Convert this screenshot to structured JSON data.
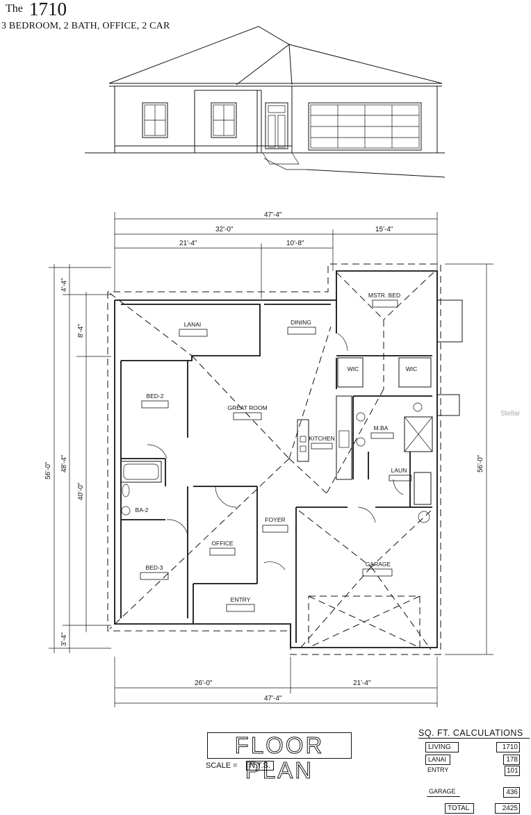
{
  "header": {
    "the": "The",
    "number": "1710",
    "subtitle": "3 BEDROOM, 2 BATH, OFFICE, 2 CAR"
  },
  "dimensions": {
    "top_overall": "47'-4\"",
    "top_left": "32'-0\"",
    "top_right": "15'-4\"",
    "top_sub_left": "21'-4\"",
    "top_sub_mid": "10'-8\"",
    "left_overall": "56'-0\"",
    "left_mid": "48'-4\"",
    "left_inner": "40'-0\"",
    "left_top": "4'-4\"",
    "left_lanai": "8'-4\"",
    "left_bottom": "3'-4\"",
    "right_overall": "56'-0\"",
    "bottom_left": "26'-0\"",
    "bottom_right": "21'-4\"",
    "bottom_overall": "47'-4\""
  },
  "rooms": {
    "lanai": "LANAI",
    "dining": "DINING",
    "mstr_bed": "MSTR. BED",
    "wic_left": "WIC",
    "wic_right": "WIC",
    "bed2": "BED-2",
    "great_room": "GREAT ROOM",
    "kitchen": "KITCHEN",
    "mba": "M.BA",
    "laun": "LAUN",
    "ba2": "BA-2",
    "foyer": "FOYER",
    "office": "OFFICE",
    "garage": "GARAGE",
    "bed3": "BED-3",
    "entry": "ENTRY"
  },
  "footer": {
    "plan_title": "FLOOR PLAN",
    "scale_label": "SCALE =",
    "scale_value": "N.T.S."
  },
  "sqft": {
    "title": "SQ. FT. CALCULATIONS",
    "rows": [
      {
        "label": "LIVING",
        "value": "1710"
      },
      {
        "label": "LANAI",
        "value": "178"
      },
      {
        "label": "ENTRY",
        "value": "101"
      },
      {
        "label": "GARAGE",
        "value": "436"
      },
      {
        "label": "TOTAL",
        "value": "2425"
      }
    ]
  },
  "watermark": "Stellar"
}
